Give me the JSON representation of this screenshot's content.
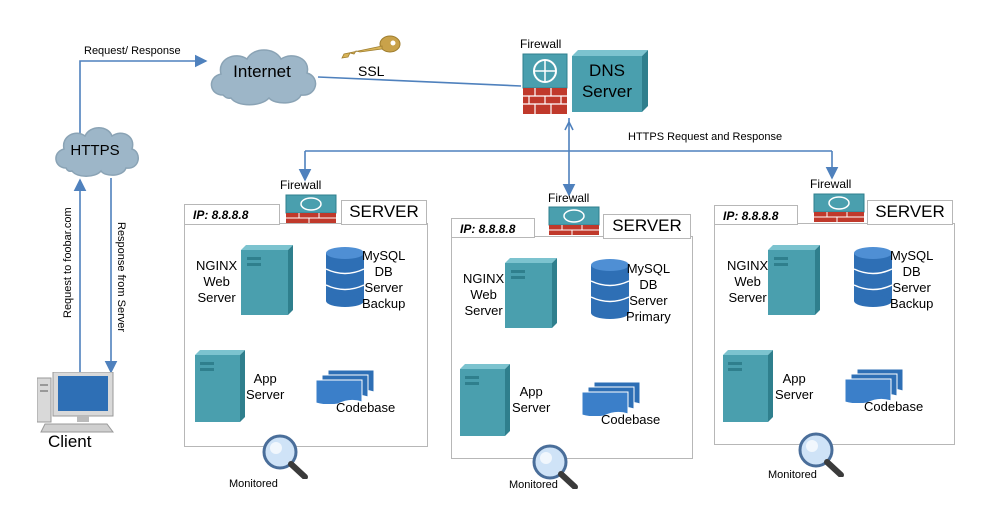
{
  "top": {
    "request_response": "Request/ Response",
    "internet": "Internet",
    "https": "HTTPS",
    "ssl": "SSL",
    "firewall": "Firewall",
    "dns": "DNS\nServer",
    "dns_line1": "DNS",
    "dns_line2": "Server",
    "https_req_resp": "HTTPS Request and Response"
  },
  "client": {
    "label": "Client",
    "request_label": "Request to foobar.com",
    "response_label": "Response from Server"
  },
  "servers": [
    {
      "firewall": "Firewall",
      "ip": "IP: 8.8.8.8",
      "server": "SERVER",
      "nginx": [
        "NGINX",
        "Web",
        "Server"
      ],
      "mysql": [
        "MySQL",
        "DB",
        "Server",
        "Backup"
      ],
      "app": [
        "App",
        "Server"
      ],
      "codebase": "Codebase",
      "monitored": "Monitored"
    },
    {
      "firewall": "Firewall",
      "ip": "IP: 8.8.8.8",
      "server": "SERVER",
      "nginx": [
        "NGINX",
        "Web",
        "Server"
      ],
      "mysql": [
        "MySQL",
        "DB",
        "Server",
        "Primary"
      ],
      "app": [
        "App",
        "Server"
      ],
      "codebase": "Codebase",
      "monitored": "Monitored"
    },
    {
      "firewall": "Firewall",
      "ip": "IP: 8.8.8.8",
      "server": "SERVER",
      "nginx": [
        "NGINX",
        "Web",
        "Server"
      ],
      "mysql": [
        "MySQL",
        "DB",
        "Server",
        "Backup"
      ],
      "app": [
        "App",
        "Server"
      ],
      "codebase": "Codebase",
      "monitored": "Monitored"
    }
  ],
  "colors": {
    "teal": "#4a9fae",
    "teal_dark": "#2f7f8d",
    "db_blue": "#2e6fb5",
    "line_blue": "#4f81bd",
    "firewall_red": "#c0392b",
    "cloud": "#9cb4c6"
  }
}
